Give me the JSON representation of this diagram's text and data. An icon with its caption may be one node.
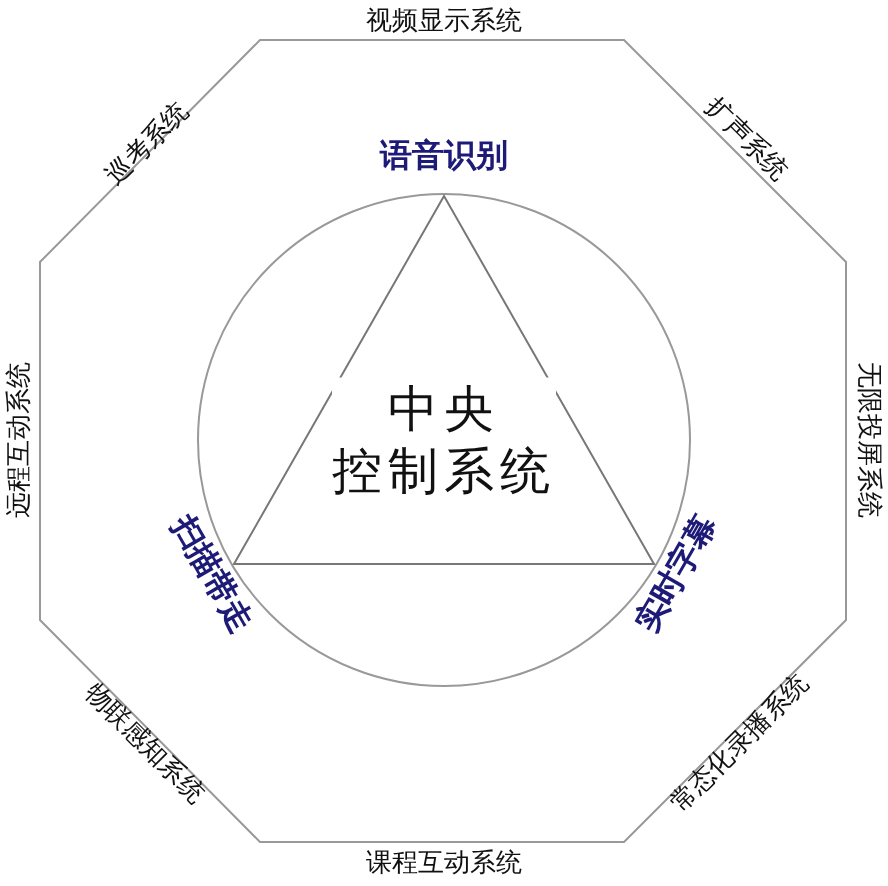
{
  "diagram": {
    "nodes": [
      {
        "text": [
          "中央控制系统"
        ]
      }
    ],
    "labels": [
      "视频显示系统",
      "巡考系统",
      "语音识别",
      "扩声系统",
      "远程互动系统",
      "无限投屏系统",
      "扫描带走",
      "实时字幕",
      "物联感知系统",
      "常态化录播系统",
      "课程互动系统"
    ]
  }
}
